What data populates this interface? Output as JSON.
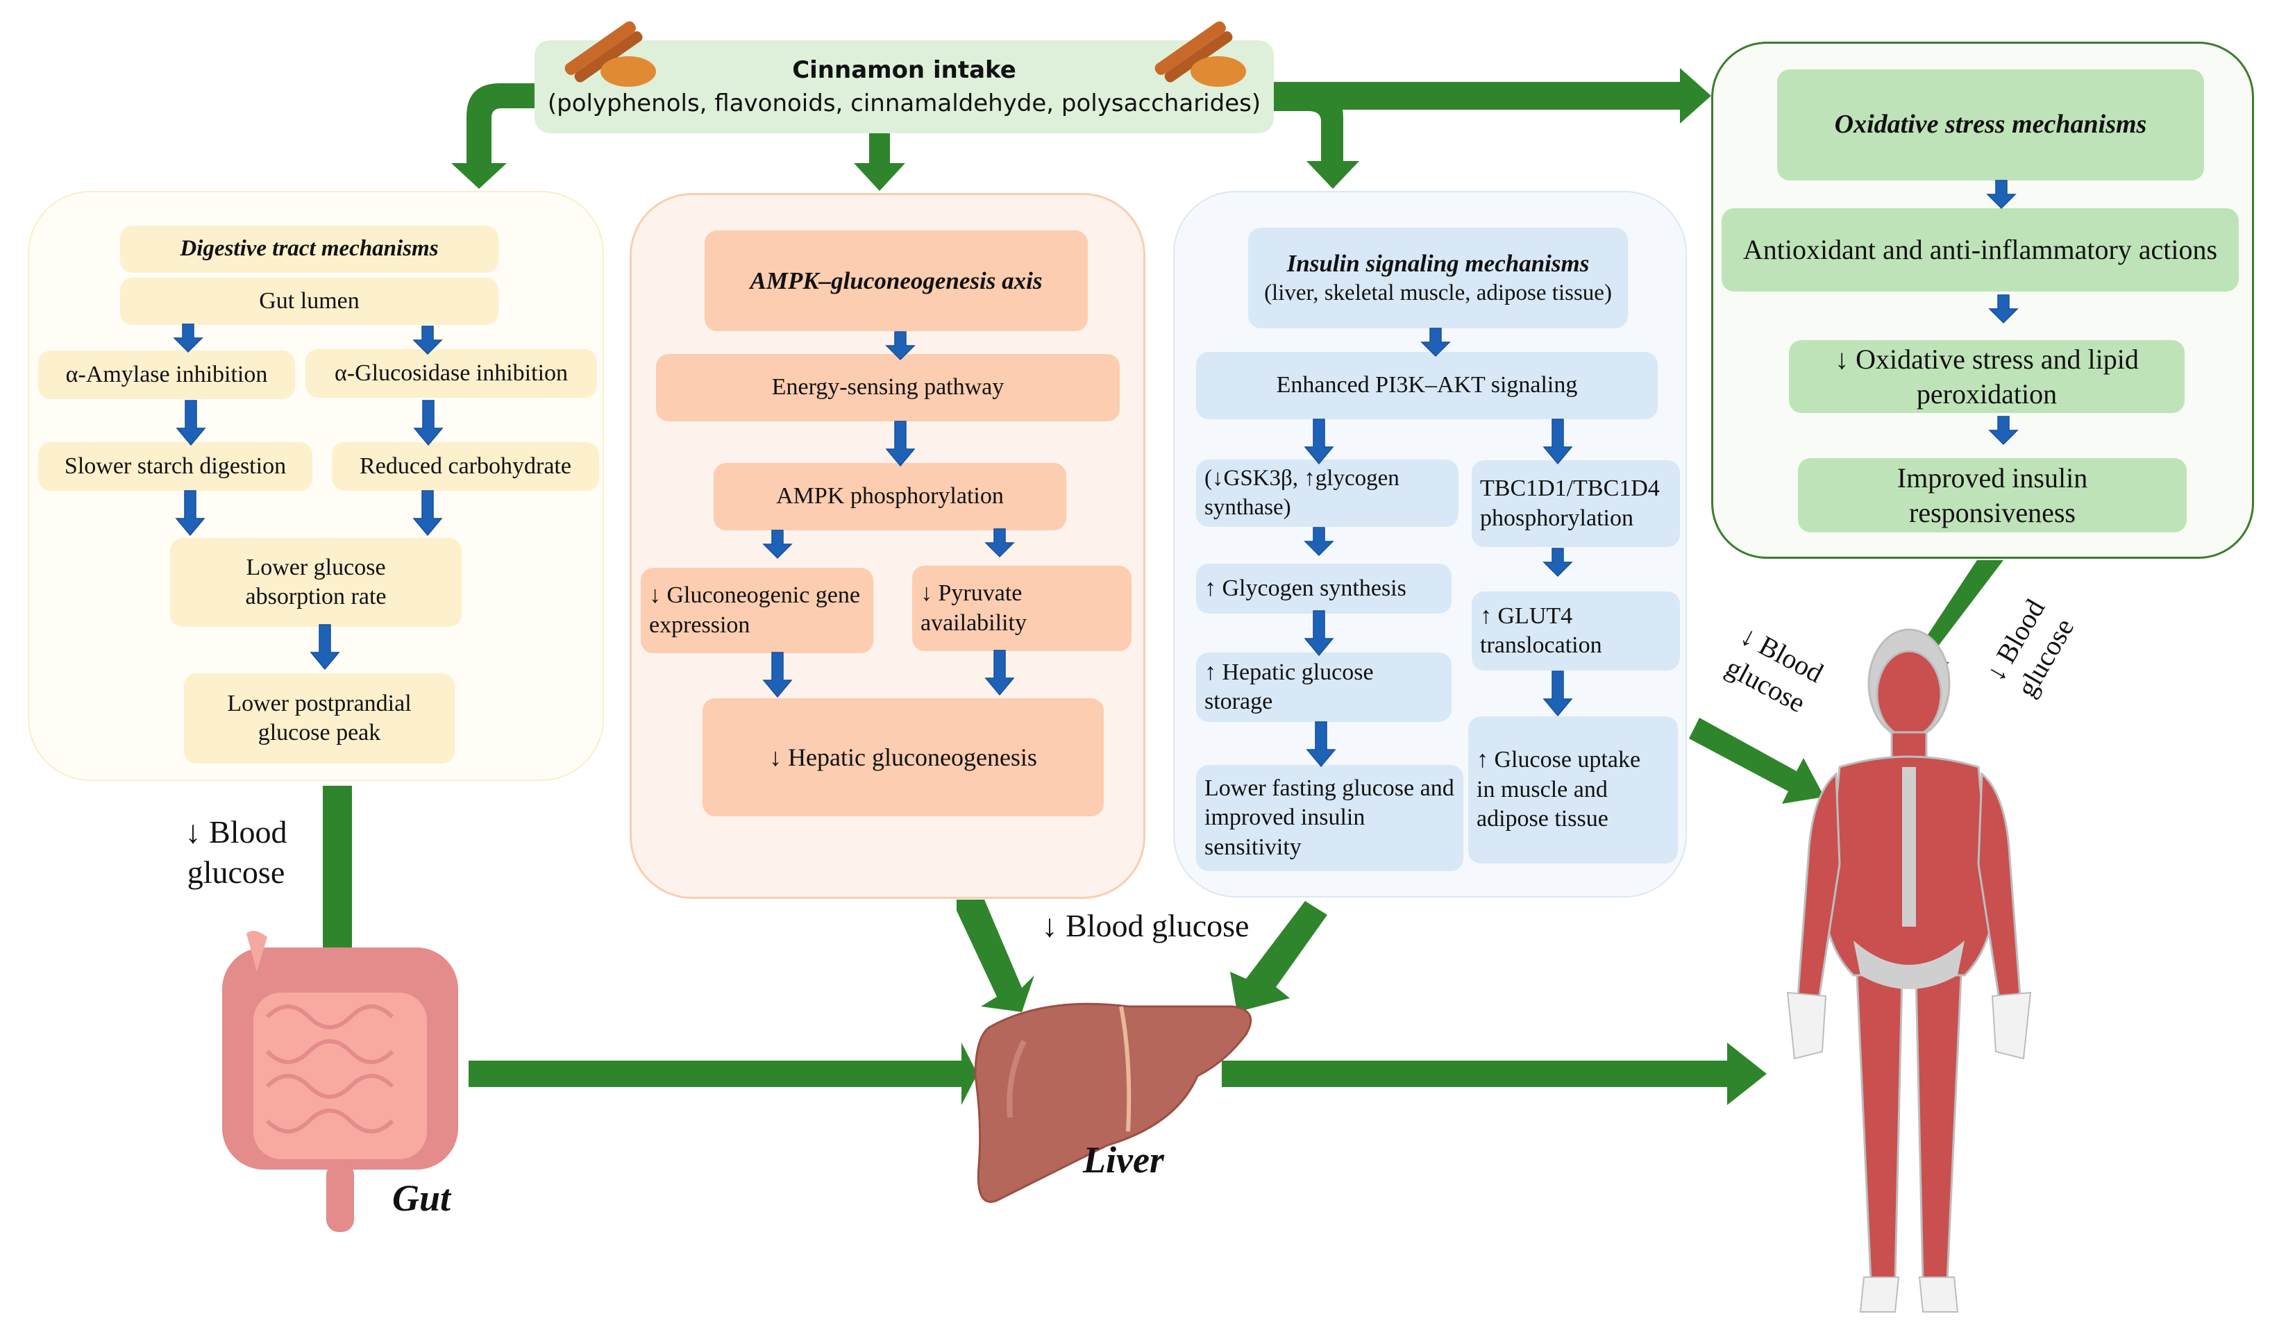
{
  "colors": {
    "green_arrow": "#2f852b",
    "blue_arrow": "#1e62b8",
    "cinnamon_box": "#dff0da",
    "digestive_panel": "#fffdf6",
    "digestive_box": "#fdf0cc",
    "ampk_panel": "#fdf2ec",
    "ampk_box": "#fccdb0",
    "insulin_panel": "#f5f9fd",
    "insulin_box": "#d8e8f6",
    "oxidative_panel": "#f8fbf6",
    "oxidative_box": "#bfe3b8"
  },
  "source": {
    "title": "Cinnamon intake",
    "subtitle": "(polyphenols, flavonoids, cinnamaldehyde, polysaccharides)",
    "icons": [
      "cinnamon-sticks-icon",
      "cinnamon-sticks-icon"
    ]
  },
  "digestive": {
    "title": "Digestive tract mechanisms",
    "site": "Gut lumen",
    "left_branch": [
      "α-Amylase inhibition",
      "Slower starch digestion"
    ],
    "right_branch": [
      "α-Glucosidase inhibition",
      "Reduced carbohydrate"
    ],
    "merge": "Lower glucose absorption rate",
    "outcome": "Lower postprandial glucose peak"
  },
  "ampk": {
    "title": "AMPK–gluconeogenesis axis",
    "step1": "Energy-sensing pathway",
    "step2": "AMPK phosphorylation",
    "left_branch": "↓ Gluconeogenic gene expression",
    "right_branch": "↓ Pyruvate availability",
    "outcome": "↓ Hepatic gluconeogenesis"
  },
  "insulin": {
    "title": "Insulin signaling mechanisms",
    "subtitle": "(liver, skeletal muscle, adipose tissue)",
    "step1": "Enhanced PI3K–AKT signaling",
    "left_branch": [
      "(↓GSK3β, ↑glycogen synthase)",
      "↑ Glycogen synthesis",
      "↑ Hepatic glucose storage",
      "Lower fasting glucose and improved insulin sensitivity"
    ],
    "right_branch": [
      "TBC1D1/TBC1D4 phosphorylation",
      "↑ GLUT4 translocation",
      "↑ Glucose uptake in muscle and adipose tissue"
    ]
  },
  "oxidative": {
    "title": "Oxidative stress mechanisms",
    "steps": [
      "Antioxidant and anti-inflammatory actions",
      "↓ Oxidative stress and lipid peroxidation",
      "Improved insulin responsiveness"
    ]
  },
  "effects": {
    "gut_blood_glucose": "↓ Blood glucose",
    "liver_blood_glucose": "↓ Blood glucose",
    "muscle_blood_glucose_left": "↓ Blood glucose",
    "muscle_blood_glucose_right": "↓ Blood glucose"
  },
  "organs": {
    "gut": "Gut",
    "liver": "Liver",
    "body": "muscular-human-figure"
  }
}
